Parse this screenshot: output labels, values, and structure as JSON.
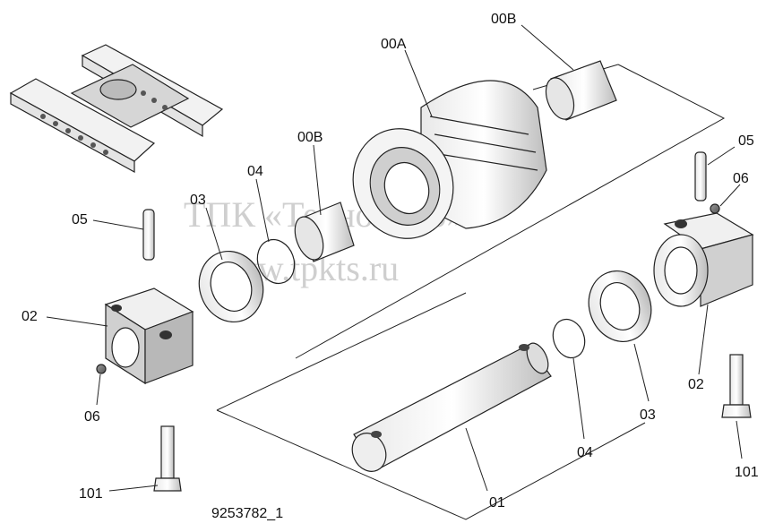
{
  "diagram_id": "9253782_1",
  "watermark": {
    "line1": "ТПК «Техно-Сиб»",
    "line2": "www.tpkts.ru"
  },
  "callouts": {
    "00A": "00A",
    "00B_top": "00B",
    "00B_left": "00B",
    "05_right": "05",
    "06_right": "06",
    "04_top": "04",
    "03_top": "03",
    "05_left": "05",
    "02_left": "02",
    "06_left": "06",
    "02_right": "02",
    "03_bottom": "03",
    "04_bottom": "04",
    "01": "01",
    "101_left": "101",
    "101_right": "101"
  }
}
